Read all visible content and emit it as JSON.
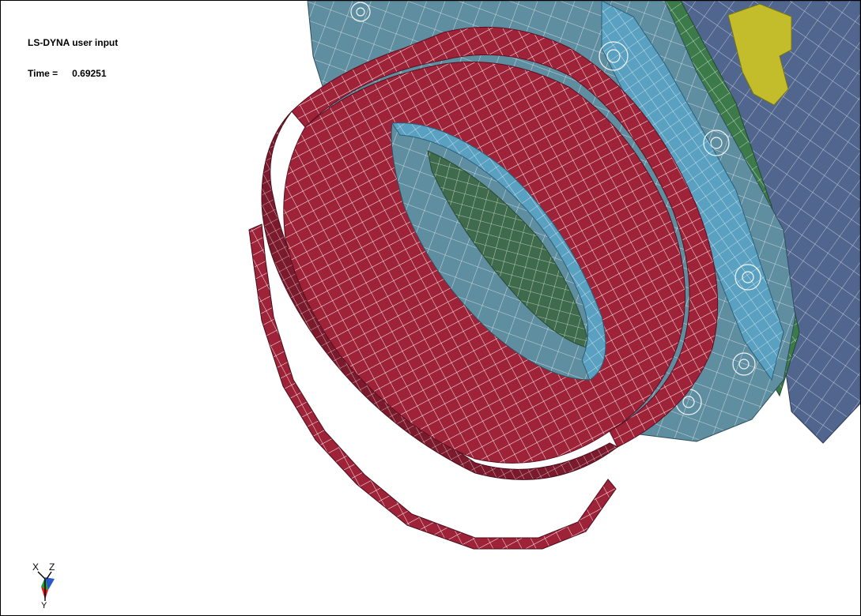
{
  "window": {
    "title": "LS-DYNA user input"
  },
  "hud": {
    "title": "LS-DYNA user input",
    "time_label": "Time =",
    "time_value": "0.69251"
  },
  "triad": {
    "x_label": "X",
    "z_label": "Z",
    "y_label": "Y"
  },
  "colors": {
    "background": "#ffffff",
    "red_part": "#9e2339",
    "red_part_edge": "#6e1726",
    "teal_part": "#5f8ea0",
    "light_blue_part": "#5aa0c0",
    "green_part": "#3d7a4a",
    "slate_part": "#51668e",
    "yellow_part": "#c3bd2b",
    "mesh_lines": "#ffffff"
  },
  "parts": [
    {
      "name": "outer-red-ring",
      "color": "red_part"
    },
    {
      "name": "broken-red-segment",
      "color": "red_part"
    },
    {
      "name": "inner-blue-ring",
      "color": "light_blue_part"
    },
    {
      "name": "teal-flange",
      "color": "teal_part"
    },
    {
      "name": "green-layer",
      "color": "green_part"
    },
    {
      "name": "slate-cylinder",
      "color": "slate_part"
    },
    {
      "name": "yellow-block",
      "color": "yellow_part"
    }
  ]
}
